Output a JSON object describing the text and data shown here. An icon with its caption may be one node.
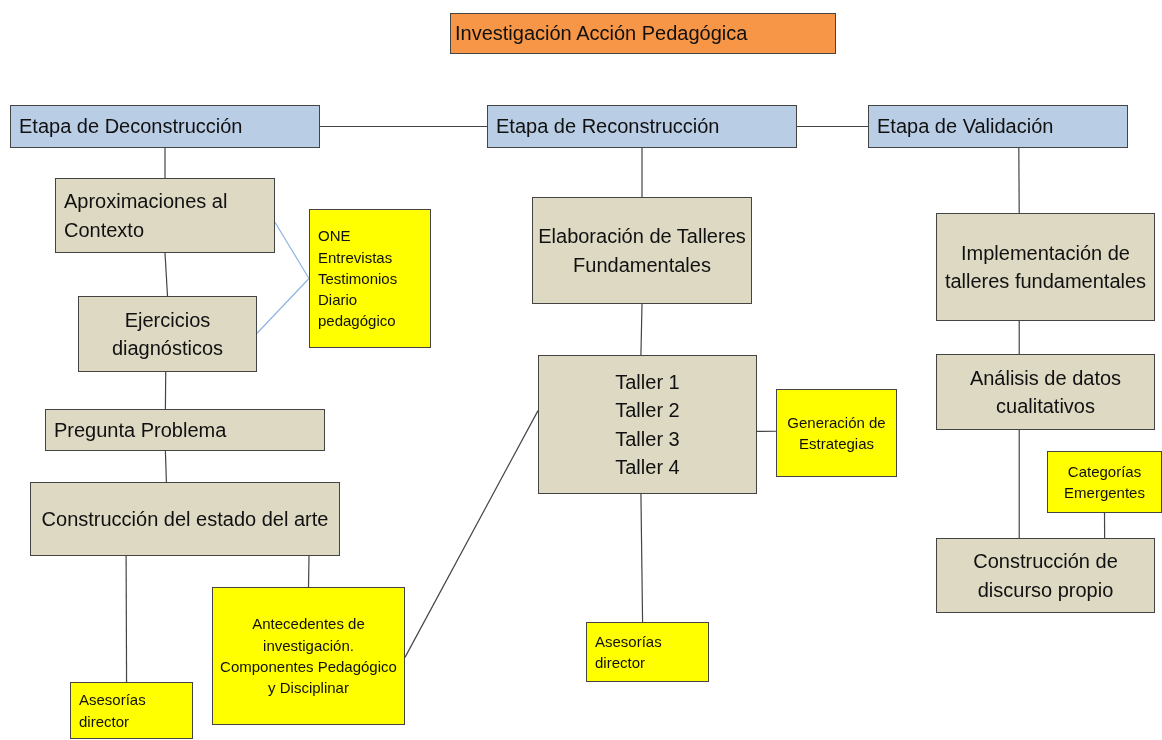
{
  "diagram": {
    "nodes": [
      {
        "text": [
          "Investigación Acción Pedagógica"
        ]
      },
      {
        "text": [
          "Etapa de Deconstrucción"
        ]
      },
      {
        "text": [
          "Etapa de Reconstrucción"
        ]
      },
      {
        "text": [
          "Etapa de Validación"
        ]
      },
      {
        "text": [
          "Aproximaciones al Contexto"
        ]
      },
      {
        "text": [
          "ONE",
          "Entrevistas",
          "Testimonios",
          "Diario pedagógico"
        ]
      },
      {
        "text": [
          "Ejercicios diagnósticos"
        ]
      },
      {
        "text": [
          "Pregunta Problema"
        ]
      },
      {
        "text": [
          "Construcción del estado del arte"
        ]
      },
      {
        "text": [
          "Asesorías director"
        ]
      },
      {
        "text": [
          "Antecedentes de investigación. Componentes Pedagógico y Disciplinar"
        ]
      },
      {
        "text": [
          "Elaboración de Talleres Fundamentales"
        ]
      },
      {
        "text": [
          "Taller 1",
          "Taller 2",
          "Taller 3",
          "Taller 4"
        ]
      },
      {
        "text": [
          "Generación de Estrategias"
        ]
      },
      {
        "text": [
          "Asesorías director"
        ]
      },
      {
        "text": [
          "Implementación de talleres fundamentales"
        ]
      },
      {
        "text": [
          "Análisis de  datos cualitativos"
        ]
      },
      {
        "text": [
          "Categorías Emergentes"
        ]
      },
      {
        "text": [
          "Construcción de discurso propio"
        ]
      }
    ],
    "edges": [
      {
        "from": 1,
        "to": 2,
        "arrow": "none"
      },
      {
        "from": 2,
        "to": 3,
        "arrow": "none"
      },
      {
        "from": 1,
        "to": 4,
        "arrow": "none"
      },
      {
        "from": 4,
        "to": 6,
        "arrow": "none"
      },
      {
        "from": 4,
        "to": 5,
        "arrow": "none",
        "color": "#8eb4e3"
      },
      {
        "from": 6,
        "to": 5,
        "arrow": "none",
        "color": "#8eb4e3"
      },
      {
        "from": 6,
        "to": 7,
        "arrow": "none"
      },
      {
        "from": 7,
        "to": 8,
        "arrow": "none"
      },
      {
        "from": 8,
        "to": 9,
        "arrow": "none"
      },
      {
        "from": 8,
        "to": 10,
        "arrow": "none"
      },
      {
        "from": 10,
        "to": 12,
        "arrow": "none"
      },
      {
        "from": 2,
        "to": 11,
        "arrow": "none"
      },
      {
        "from": 11,
        "to": 12,
        "arrow": "none"
      },
      {
        "from": 12,
        "to": 13,
        "arrow": "none"
      },
      {
        "from": 12,
        "to": 14,
        "arrow": "none"
      },
      {
        "from": 3,
        "to": 15,
        "arrow": "none"
      },
      {
        "from": 15,
        "to": 16,
        "arrow": "none"
      },
      {
        "from": 16,
        "to": 18,
        "arrow": "none"
      },
      {
        "from": 17,
        "to": 18,
        "arrow": "none"
      }
    ]
  }
}
